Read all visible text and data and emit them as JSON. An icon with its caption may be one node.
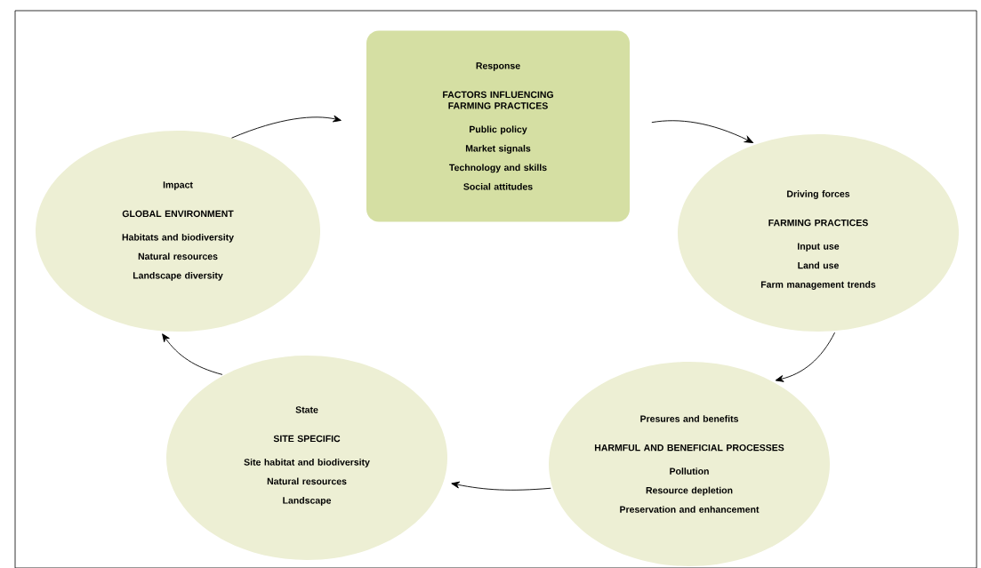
{
  "diagram": {
    "nodes": [
      {
        "text": [
          "Response",
          "FACTORS INFLUENCING FARMING PRACTICES",
          "Public policy",
          "Market signals",
          "Technology and skills",
          "Social attitudes"
        ]
      },
      {
        "text": [
          "Impact",
          "GLOBAL ENVIRONMENT",
          "Habitats and biodiversity",
          "Natural resources",
          "Landscape diversity"
        ]
      },
      {
        "text": [
          "Driving forces",
          "FARMING PRACTICES",
          "Input use",
          "Land use",
          "Farm management trends"
        ]
      },
      {
        "text": [
          "Presures and benefits",
          "HARMFUL AND BENEFICIAL PROCESSES",
          "Pollution",
          "Resource depletion",
          "Preservation and enhancement"
        ]
      },
      {
        "text": [
          "State",
          "SITE SPECIFIC",
          "Site habitat and biodiversity",
          "Natural resources",
          "Landscape"
        ]
      }
    ],
    "edges": [
      {
        "from": 1,
        "to": 0,
        "arrow": "to"
      },
      {
        "from": 0,
        "to": 2,
        "arrow": "to"
      },
      {
        "from": 2,
        "to": 3,
        "arrow": "to"
      },
      {
        "from": 3,
        "to": 4,
        "arrow": "to"
      },
      {
        "from": 4,
        "to": 1,
        "arrow": "to"
      }
    ]
  }
}
